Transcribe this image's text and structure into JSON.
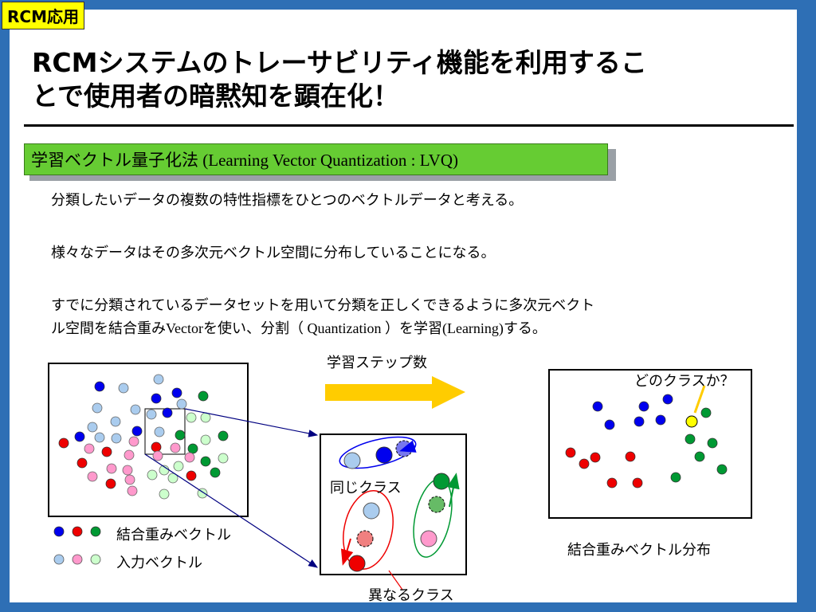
{
  "corner_label": "RCM応用",
  "title": {
    "line1": "RCMシステムのトレーサビリティ機能を利用するこ",
    "line2": "とで使用者の暗黙知を顕在化！"
  },
  "topic": {
    "jp": "学習ベクトル量子化法",
    "en": " (Learning Vector Quantization : LVQ)"
  },
  "paragraphs": {
    "p1": "分類したいデータの複数の特性指標をひとつのベクトルデータと考える。",
    "p2": "様々なデータはその多次元ベクトル空間に分布していることになる。",
    "p3_line1": "すでに分類されているデータセットを用いて分類を正しくできるように多次元ベクト",
    "p3_line2_a": "ル空間を結合重み",
    "p3_line2_b": "Vector",
    "p3_line2_c": "を使い、分割（",
    "p3_line2_d": " Quantization ",
    "p3_line2_e": "）を学習",
    "p3_line2_f": "(Learning)",
    "p3_line2_g": "する。"
  },
  "diagram": {
    "steps_label": "学習ステップ数",
    "legend_weight": "結合重みベクトル",
    "legend_input": "入力ベクトル",
    "same_class": "同じクラス",
    "different_class": "異なるクラス",
    "which_class": "どのクラスか？",
    "distribution_label": "結合重みベクトル分布"
  },
  "colors": {
    "blue": "#0000ee",
    "red": "#ee0000",
    "green": "#009933",
    "light_blue": "#aaccee",
    "pink": "#ff99cc",
    "light_green": "#ccffcc",
    "yellow": "#ffff00",
    "arrow": "#ffcc00"
  }
}
